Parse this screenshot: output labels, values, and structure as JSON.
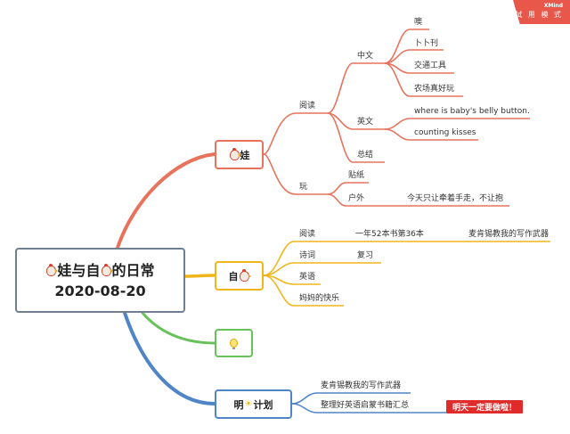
{
  "badge": {
    "brand": "XMind",
    "mode": "試 用 模 式"
  },
  "root": {
    "line1_a": "娃与自",
    "line1_b": "的日常",
    "line2": "2020-08-20"
  },
  "main": {
    "baby": {
      "label": "娃"
    },
    "self": {
      "label": "自"
    },
    "idea": {
      "label": ""
    },
    "plan": {
      "label_a": "明",
      "label_b": "计划"
    }
  },
  "baby_branch": {
    "reading": "阅读",
    "chinese": "中文",
    "chinese_items": [
      "噢",
      "卜卜刊",
      "交通工具",
      "农场真好玩"
    ],
    "english": "英文",
    "english_items": [
      "where is baby's belly button.",
      "counting kisses"
    ],
    "summary": "总结",
    "play": "玩",
    "stickers": "贴纸",
    "outdoor": "户外",
    "outdoor_note": "今天只让牵着手走，不让抱"
  },
  "self_branch": {
    "reading": "阅读",
    "reading_note": "一年52本书第36本",
    "reading_book": "麦肯锡教我的写作武器",
    "poetry": "诗词",
    "poetry_note": "复习",
    "english": "英语",
    "mom_happy": "妈妈的快乐"
  },
  "plan_branch": {
    "item1": "麦肯锡教我的写作武器",
    "item2": "整理好英语启蒙书籍汇总",
    "callout": "明天一定要做啦！"
  },
  "colors": {
    "baby": "#e8735c",
    "self": "#f0b619",
    "idea": "#68c15a",
    "plan": "#4f85c6",
    "root_border": "#6f7f8f",
    "callout": "#e02b2b"
  }
}
